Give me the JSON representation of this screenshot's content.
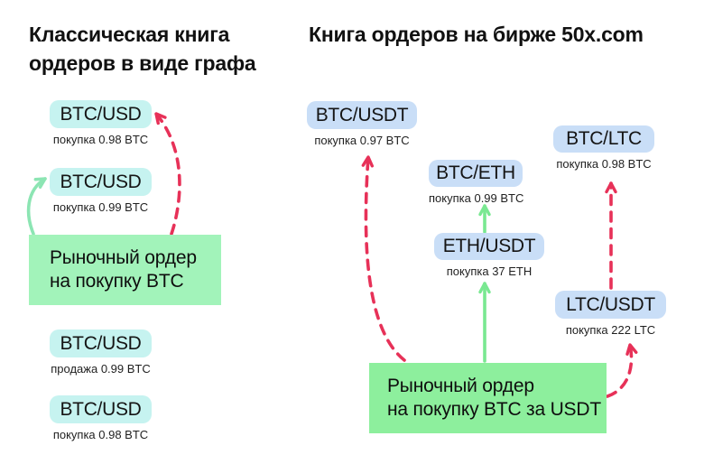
{
  "left": {
    "title": "Классическая книга\nордеров в виде графа",
    "nodes": [
      {
        "pair": "BTC/USD",
        "note": "покупка 0.98 BTC"
      },
      {
        "pair": "BTC/USD",
        "note": "покупка 0.99 BTC"
      },
      {
        "pair": "BTC/USD",
        "note": "продажа 0.99 BTC"
      },
      {
        "pair": "BTC/USD",
        "note": "покупка 0.98 BTC"
      }
    ],
    "market_order": {
      "line1": "Рыночный ордер",
      "line2": "на покупку BTC"
    }
  },
  "right": {
    "title": "Книга ордеров на бирже 50x.com",
    "nodes": [
      {
        "pair": "BTC/USDT",
        "note": "покупка 0.97 BTC"
      },
      {
        "pair": "BTC/LTC",
        "note": "покупка 0.98 BTC"
      },
      {
        "pair": "BTC/ETH",
        "note": "покупка 0.99 BTC"
      },
      {
        "pair": "ETH/USDT",
        "note": "покупка 37 ETH"
      },
      {
        "pair": "LTC/USDT",
        "note": "покупка 222 LTC"
      }
    ],
    "market_order": {
      "line1": "Рыночный ордер",
      "line2": "на покупку BTC за USDT"
    }
  },
  "colors": {
    "background": "#ffffff",
    "left_node_bg": "#c6f3f0",
    "right_node_bg": "#c9def7",
    "left_market_bg": "#a2f3ba",
    "right_market_bg": "#8def9d",
    "green_arrow_left": "#8ce5b3",
    "green_arrow_right": "#79e891",
    "red_arrow": "#e73158"
  }
}
